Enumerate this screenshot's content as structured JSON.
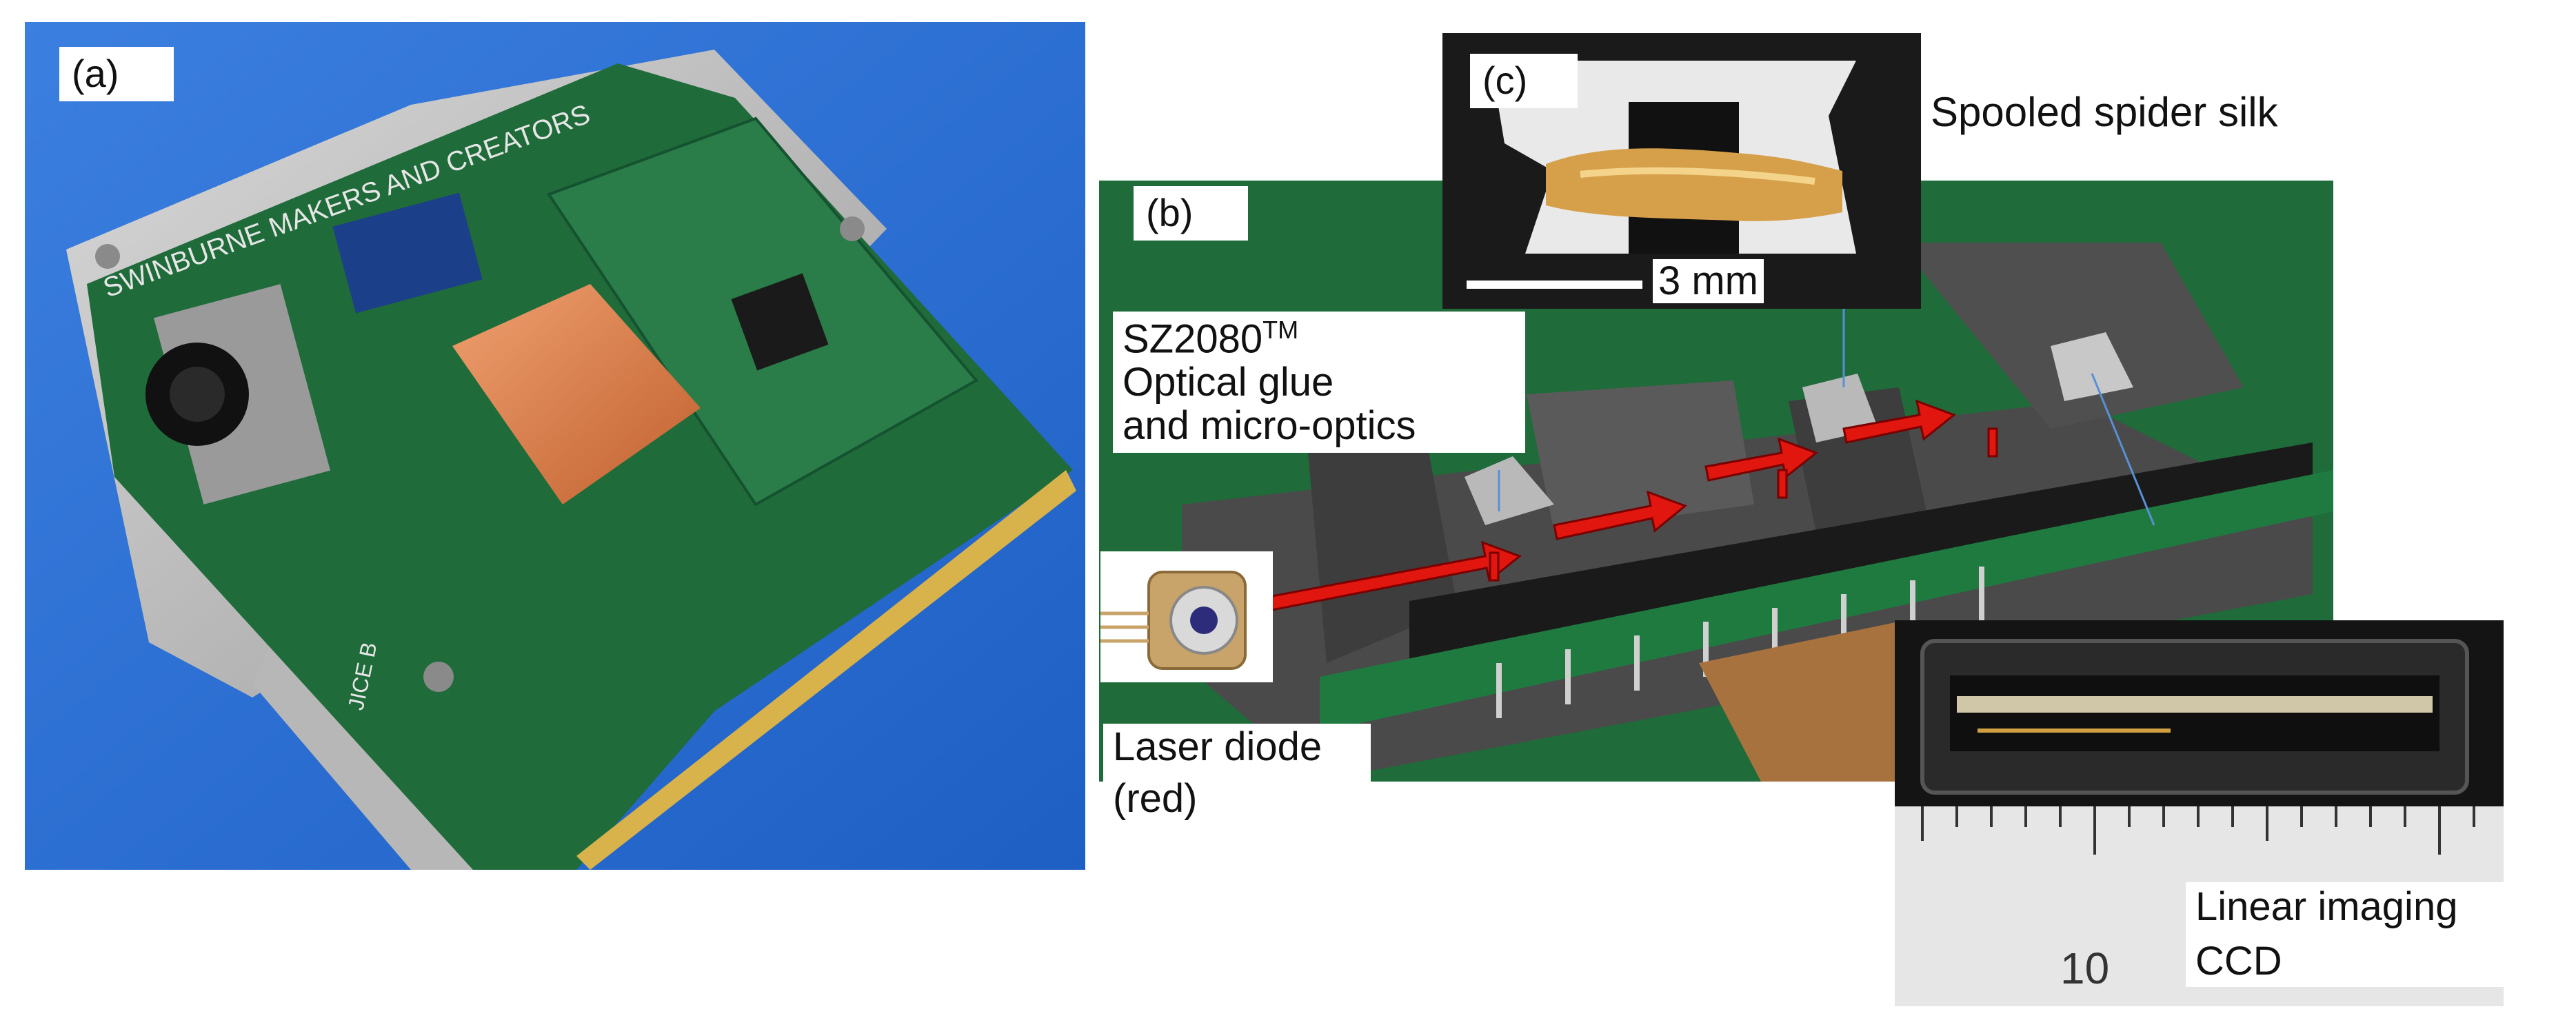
{
  "panels": {
    "a": {
      "label": "(a)"
    },
    "b": {
      "label": "(b)"
    },
    "c": {
      "label": "(c)"
    }
  },
  "pcb_text": {
    "top_edge": "SWINBURNE MAKERS AND CREATORS",
    "side": "JICE B"
  },
  "annotations": {
    "glue_line1": "SZ2080",
    "glue_sup": "TM",
    "glue_line2": "Optical glue",
    "glue_line3": "and micro-optics",
    "laser_line1": "Laser diode",
    "laser_line2": "(red)",
    "silk": "Spooled spider silk",
    "scale": "3 mm",
    "ccd_line1": "Linear imaging",
    "ccd_line2": "CCD",
    "ruler_mark": "10"
  },
  "colors": {
    "pcb_green": "#1f6b3a",
    "photo_blue": "#2c6fd6",
    "arrow_red": "#e0160f",
    "model_gray": "#4a4a4a"
  }
}
